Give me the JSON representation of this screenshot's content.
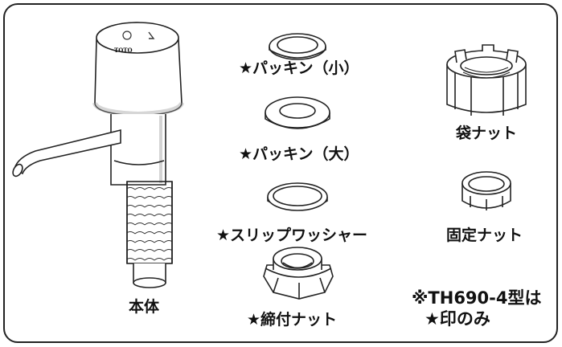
{
  "parts": {
    "body": "本体",
    "packing_small": "★パッキン（小）",
    "packing_large": "★パッキン（大）",
    "slip_washer": "★スリップワッシャー",
    "tightening_nut": "★締付ナット",
    "bag_nut": "袋ナット",
    "fixing_nut": "固定ナット"
  },
  "note": {
    "line1": "※TH690-4型は",
    "line2": "★印のみ"
  },
  "logo": "TOTO"
}
